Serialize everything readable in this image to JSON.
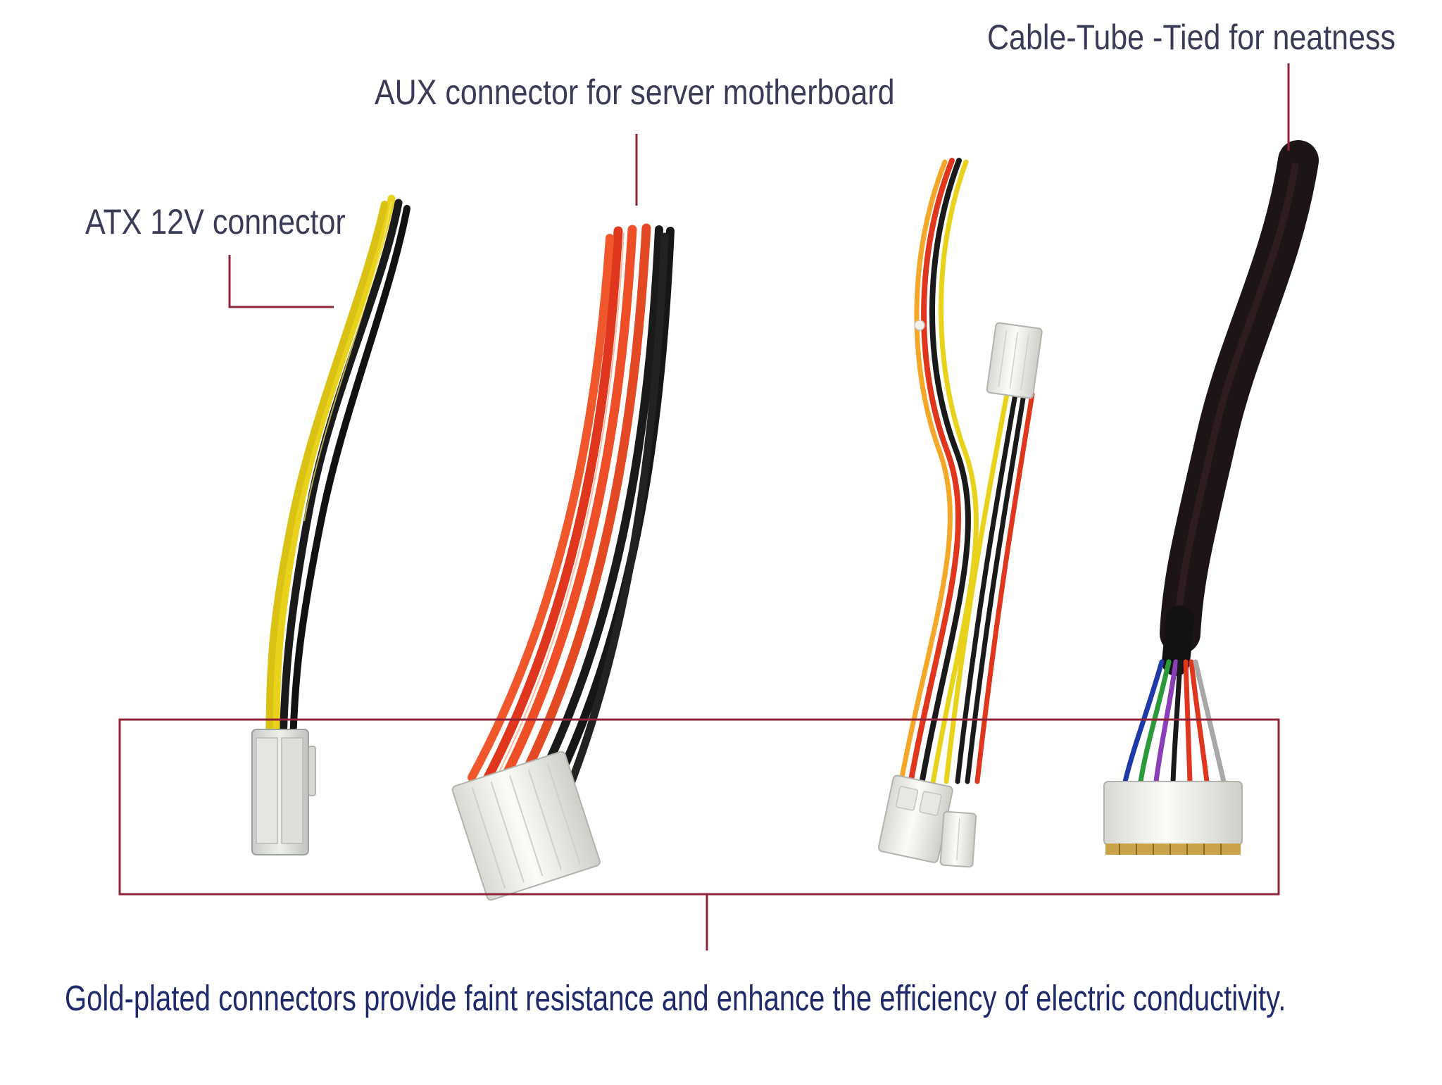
{
  "labels": {
    "cable_tube": "Cable-Tube -Tied for neatness",
    "aux": "AUX connector for server motherboard",
    "atx": "ATX 12V connector",
    "gold_plated": "Gold-plated connectors provide faint resistance and enhance the efficiency of electric conductivity."
  },
  "colors": {
    "callout_line": "#8f2236",
    "label_text": "#3a3b57",
    "caption_text": "#1f2a6b",
    "wire_yellow": "#e8d21c",
    "wire_black": "#1a1a1a",
    "wire_red": "#e0361e",
    "wire_orange": "#f07a2a",
    "connector_white": "#f2f2ef"
  }
}
